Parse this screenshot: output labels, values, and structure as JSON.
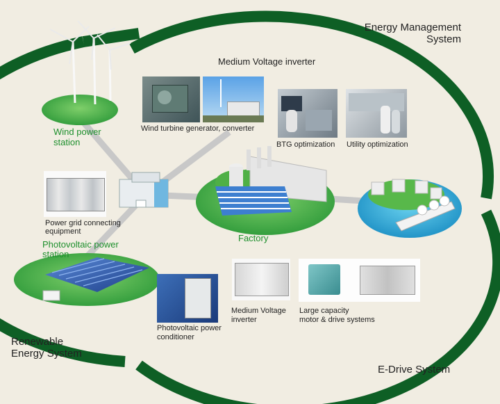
{
  "systems": {
    "energy_management": "Energy Management\nSystem",
    "renewable": "Renewable\nEnergy System",
    "edrive": "E-Drive System"
  },
  "sites": {
    "wind": "Wind power\nstation",
    "photovoltaic": "Photovoltaic power\nstation",
    "factory": "Factory"
  },
  "captions": {
    "medium_voltage_inverter_top": "Medium Voltage inverter",
    "wind_turbine_generator": "Wind turbine generator, converter",
    "btg_optimization": "BTG optimization",
    "utility_optimization": "Utility optimization",
    "power_grid_equipment": "Power grid connecting\nequipment",
    "pv_conditioner": "Photovoltaic power\nconditioner",
    "medium_voltage_inverter_bottom": "Medium Voltage\ninverter",
    "large_capacity": "Large capacity\nmotor & drive systems"
  },
  "colors": {
    "background": "#f1ede2",
    "ring": "#0e5f25",
    "label_green": "#1d8f2c",
    "island_green": "#3aa742",
    "hub_gray": "#c8c8c8"
  }
}
